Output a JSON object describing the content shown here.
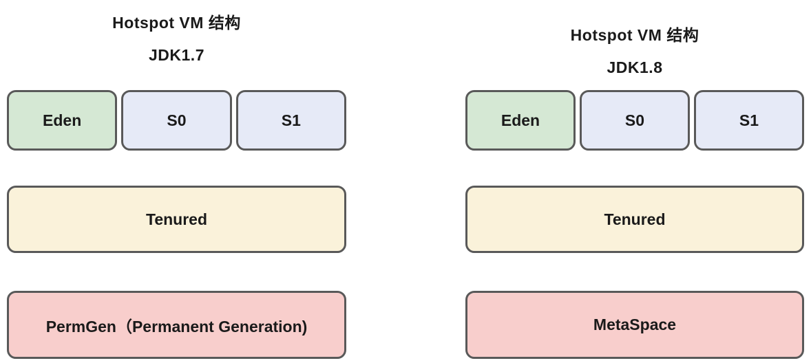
{
  "colors": {
    "background": "#ffffff",
    "border": "#595959",
    "text": "#1a1a1a",
    "eden_fill": "#d5e8d4",
    "survivor_fill": "#e6eaf7",
    "tenured_fill": "#faf2da",
    "perm_fill": "#f8cecc"
  },
  "panels": [
    {
      "title": "Hotspot VM 结构",
      "subtitle": "JDK1.7",
      "young": [
        {
          "label": "Eden"
        },
        {
          "label": "S0"
        },
        {
          "label": "S1"
        }
      ],
      "tenured_label": "Tenured",
      "perm_label": "PermGen（Permanent Generation)"
    },
    {
      "title": "Hotspot VM 结构",
      "subtitle": "JDK1.8",
      "young": [
        {
          "label": "Eden"
        },
        {
          "label": "S0"
        },
        {
          "label": "S1"
        }
      ],
      "tenured_label": "Tenured",
      "perm_label": "MetaSpace"
    }
  ]
}
